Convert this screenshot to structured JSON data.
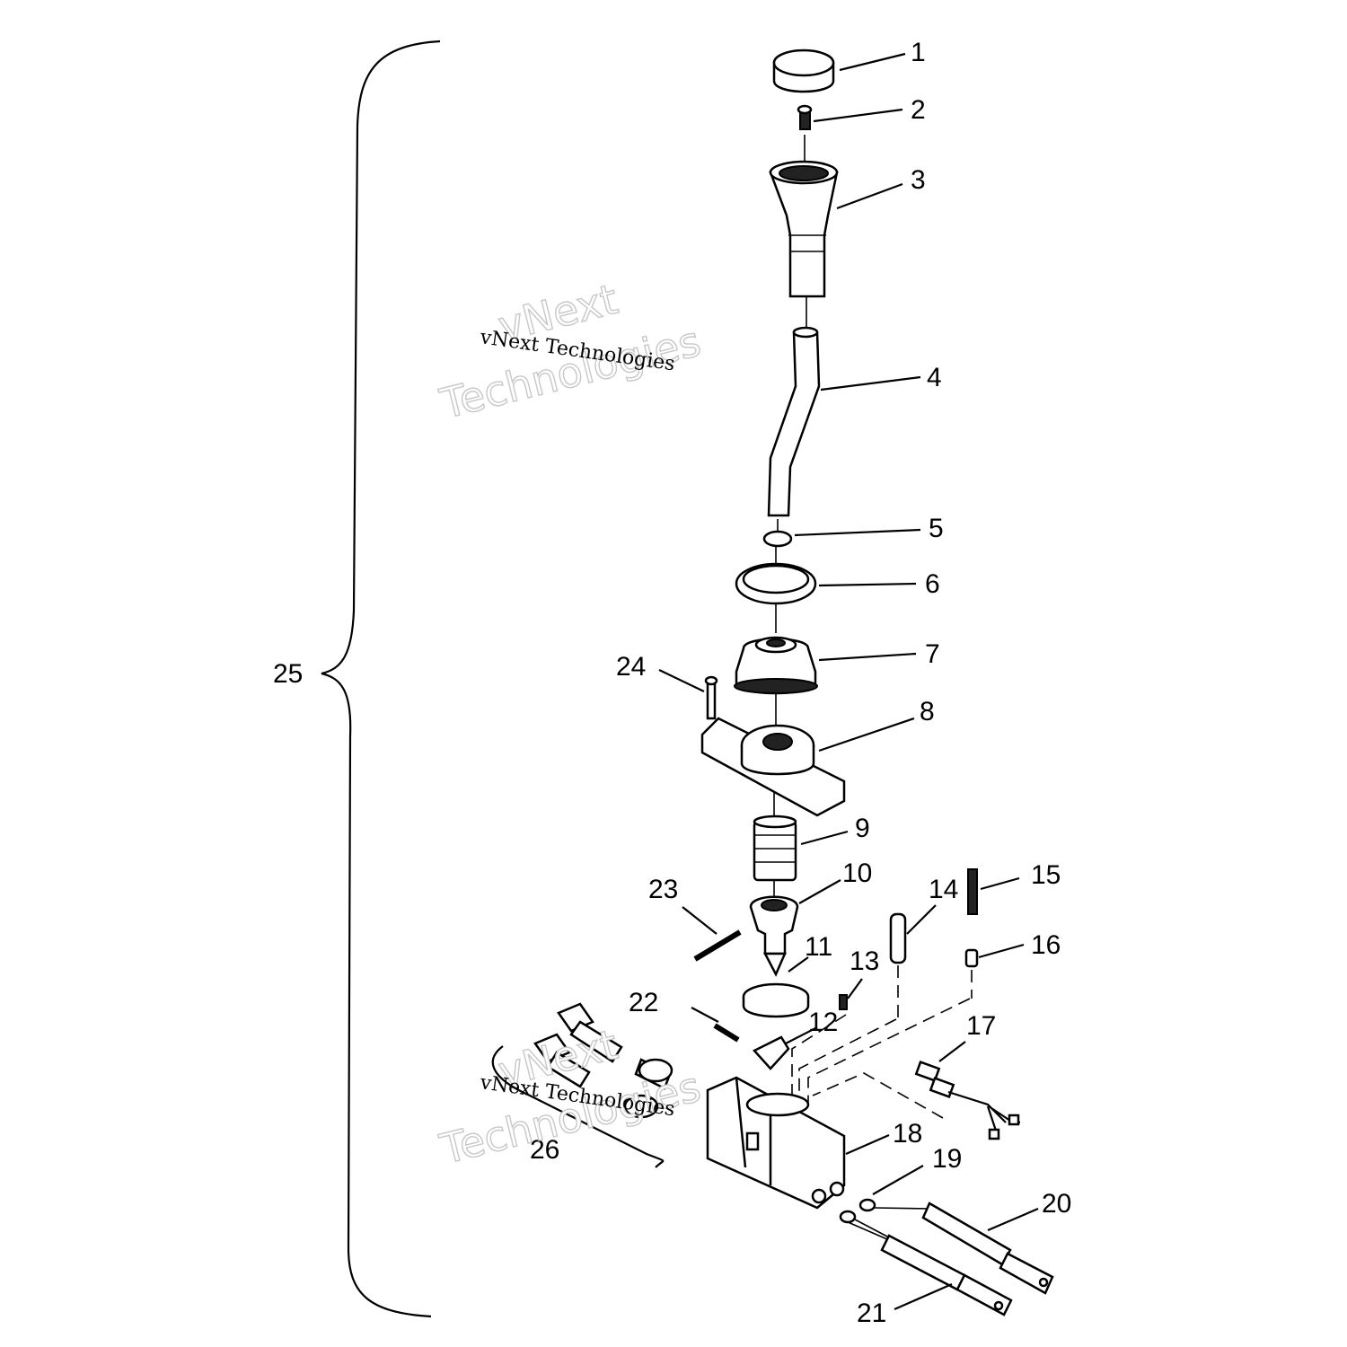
{
  "diagram": {
    "callouts": [
      {
        "id": "1",
        "text": "1"
      },
      {
        "id": "2",
        "text": "2"
      },
      {
        "id": "3",
        "text": "3"
      },
      {
        "id": "4",
        "text": "4"
      },
      {
        "id": "5",
        "text": "5"
      },
      {
        "id": "6",
        "text": "6"
      },
      {
        "id": "7",
        "text": "7"
      },
      {
        "id": "8",
        "text": "8"
      },
      {
        "id": "9",
        "text": "9"
      },
      {
        "id": "10",
        "text": "10"
      },
      {
        "id": "11",
        "text": "11"
      },
      {
        "id": "12",
        "text": "12"
      },
      {
        "id": "13",
        "text": "13"
      },
      {
        "id": "14",
        "text": "14"
      },
      {
        "id": "15",
        "text": "15"
      },
      {
        "id": "16",
        "text": "16"
      },
      {
        "id": "17",
        "text": "17"
      },
      {
        "id": "18",
        "text": "18"
      },
      {
        "id": "19",
        "text": "19"
      },
      {
        "id": "20",
        "text": "20"
      },
      {
        "id": "21",
        "text": "21"
      },
      {
        "id": "22",
        "text": "22"
      },
      {
        "id": "23",
        "text": "23"
      },
      {
        "id": "24",
        "text": "24"
      },
      {
        "id": "25",
        "text": "25"
      },
      {
        "id": "26",
        "text": "26"
      }
    ]
  },
  "watermark": {
    "line1": "vNext",
    "line2": "Technologies",
    "small": "vNext Technologies"
  }
}
